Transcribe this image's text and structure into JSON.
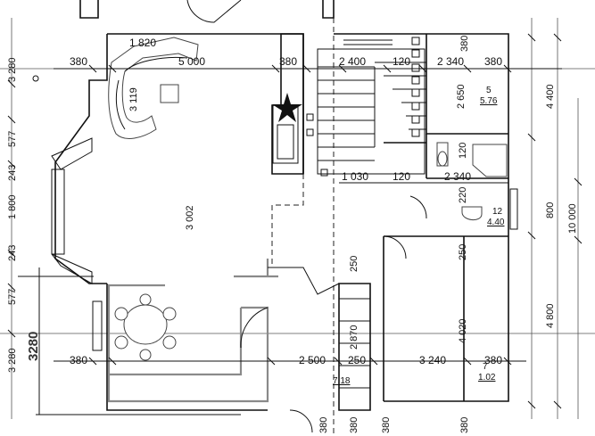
{
  "plan": {
    "dimensions": {
      "top": [
        "1 820",
        "380",
        "5 000",
        "380",
        "2 400",
        "120",
        "2 340",
        "380",
        "380"
      ],
      "middle": [
        "1 030",
        "120",
        "2 340"
      ],
      "bottom": [
        "380",
        "2 500",
        "250",
        "3 240",
        "380"
      ],
      "left": [
        "3 280",
        "577",
        "243",
        "1 800",
        "243",
        "577",
        "3 280"
      ],
      "left_bold": "3280",
      "interior": [
        "3 119",
        "3 002",
        "2 650",
        "120",
        "220",
        "250",
        "250",
        "2 870",
        "4 020",
        "380",
        "380",
        "380",
        "380"
      ],
      "right": [
        "4 400",
        "800",
        "10 000",
        "4 800"
      ]
    },
    "rooms": [
      {
        "number": "5",
        "area": "5.76"
      },
      {
        "number": "12",
        "area": "4.40"
      },
      {
        "number": "7",
        "area": "1.02"
      },
      {
        "number": "",
        "area": "7.18"
      }
    ]
  }
}
